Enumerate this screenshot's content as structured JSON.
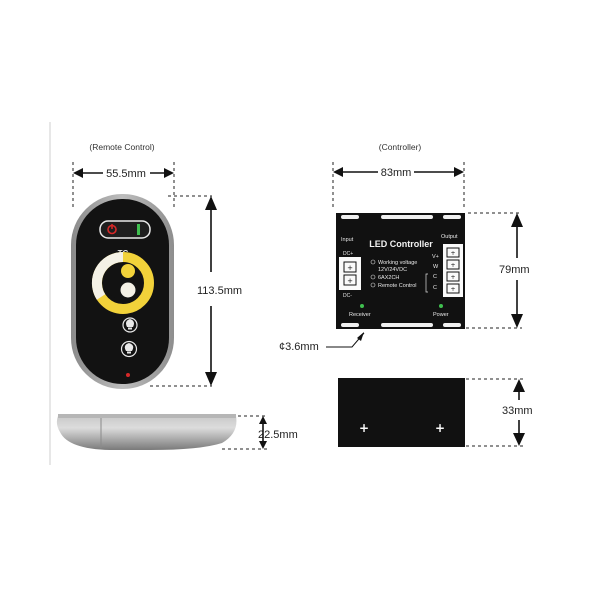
{
  "remote": {
    "caption": "(Remote Control)",
    "width_label": "55.5mm",
    "height_label": "113.5mm",
    "thickness_label": "22.5mm",
    "logo_text": "TC"
  },
  "controller": {
    "caption": "(Controller)",
    "width_label": "83mm",
    "height_label": "79mm",
    "depth_label": "33mm",
    "hole_label": "¢3.6mm",
    "title": "LED Controller",
    "input_label": "Input",
    "output_label": "Output",
    "dc_plus": "DC+",
    "dc_minus": "DC-",
    "spec_lines": [
      "Working voltage",
      "12V/24VDC",
      "6AX2CH",
      "Remote Control"
    ],
    "out_pins": [
      "V+",
      "W",
      "C",
      "C"
    ],
    "receiver_label": "Receiver",
    "power_label": "Power"
  },
  "colors": {
    "body": "#111111",
    "dial_warm": "#f2d23a",
    "dial_cool": "#f4f1e6",
    "led_red": "#d62828",
    "led_green": "#3fbf4f"
  }
}
